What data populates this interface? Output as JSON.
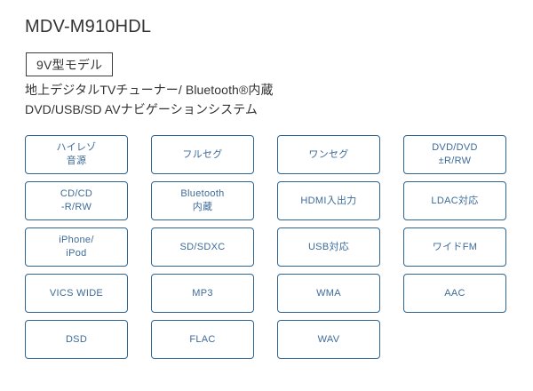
{
  "product": {
    "title": "MDV-M910HDL",
    "model_tag": "9V型モデル",
    "description_lines": [
      "地上デジタルTVチューナー/ Bluetooth®内蔵",
      "DVD/USB/SD AVナビゲーションシステム"
    ]
  },
  "colors": {
    "badge_border": "#2f648f",
    "badge_text": "#3d6b99",
    "title_text": "#333333",
    "tag_border": "#3c3c3c",
    "background": "#ffffff"
  },
  "features": {
    "rows": 5,
    "columns": 4,
    "badges": [
      {
        "label": "ハイレゾ\n音源",
        "name": "hi-res-audio"
      },
      {
        "label": "フルセグ",
        "name": "full-seg"
      },
      {
        "label": "ワンセグ",
        "name": "one-seg"
      },
      {
        "label": "DVD/DVD\n±R/RW",
        "name": "dvd"
      },
      {
        "label": "CD/CD\n-R/RW",
        "name": "cd"
      },
      {
        "label": "Bluetooth\n内蔵",
        "name": "bluetooth"
      },
      {
        "label": "HDMI入出力",
        "name": "hdmi-io"
      },
      {
        "label": "LDAC対応",
        "name": "ldac"
      },
      {
        "label": "iPhone/\niPod",
        "name": "iphone-ipod"
      },
      {
        "label": "SD/SDXC",
        "name": "sd-sdxc"
      },
      {
        "label": "USB対応",
        "name": "usb"
      },
      {
        "label": "ワイドFM",
        "name": "wide-fm"
      },
      {
        "label": "VICS WIDE",
        "name": "vics-wide"
      },
      {
        "label": "MP3",
        "name": "mp3"
      },
      {
        "label": "WMA",
        "name": "wma"
      },
      {
        "label": "AAC",
        "name": "aac"
      },
      {
        "label": "DSD",
        "name": "dsd"
      },
      {
        "label": "FLAC",
        "name": "flac"
      },
      {
        "label": "WAV",
        "name": "wav"
      }
    ]
  }
}
